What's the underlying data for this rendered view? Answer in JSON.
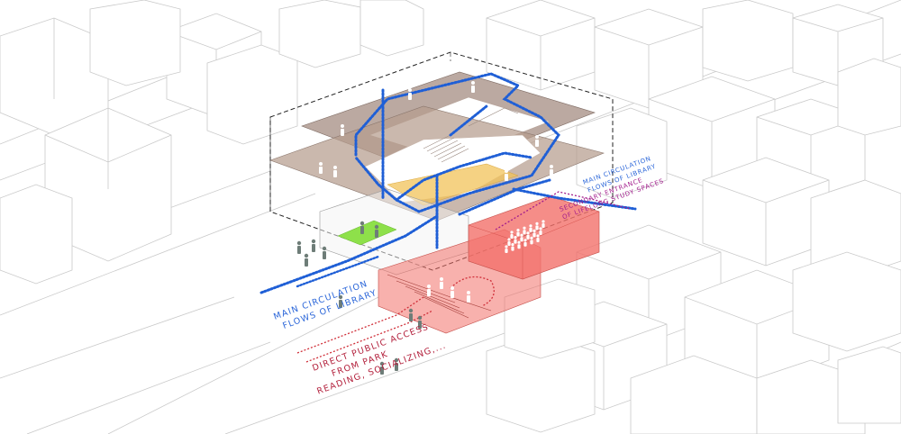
{
  "annotations": {
    "main_circulation_left": [
      "MAIN CIRCULATION",
      "FLOWS OF LIBRARY"
    ],
    "main_circulation_right": [
      "MAIN CIRCULATION",
      "FLOWS OF LIBRARY"
    ],
    "secondary_entrance": [
      "SECONDARY ENTRANCE",
      "OF LIFELONG STUDY SPACES"
    ],
    "public_access": [
      "DIRECT PUBLIC ACCESS",
      "FROM PARK",
      "READING, SOCIALIZING,..."
    ]
  },
  "colors": {
    "context_line": "#c9c9c9",
    "volume_fill": "#b59c8e",
    "circulation_blue": "#1f5fd6",
    "public_red": "#f2716a",
    "secondary_magenta": "#a21c8c",
    "label_red": "#b21e3a",
    "courtyard_yellow": "#f2c35a",
    "green_patch": "#8ee04a",
    "people": "#6e7d78"
  }
}
